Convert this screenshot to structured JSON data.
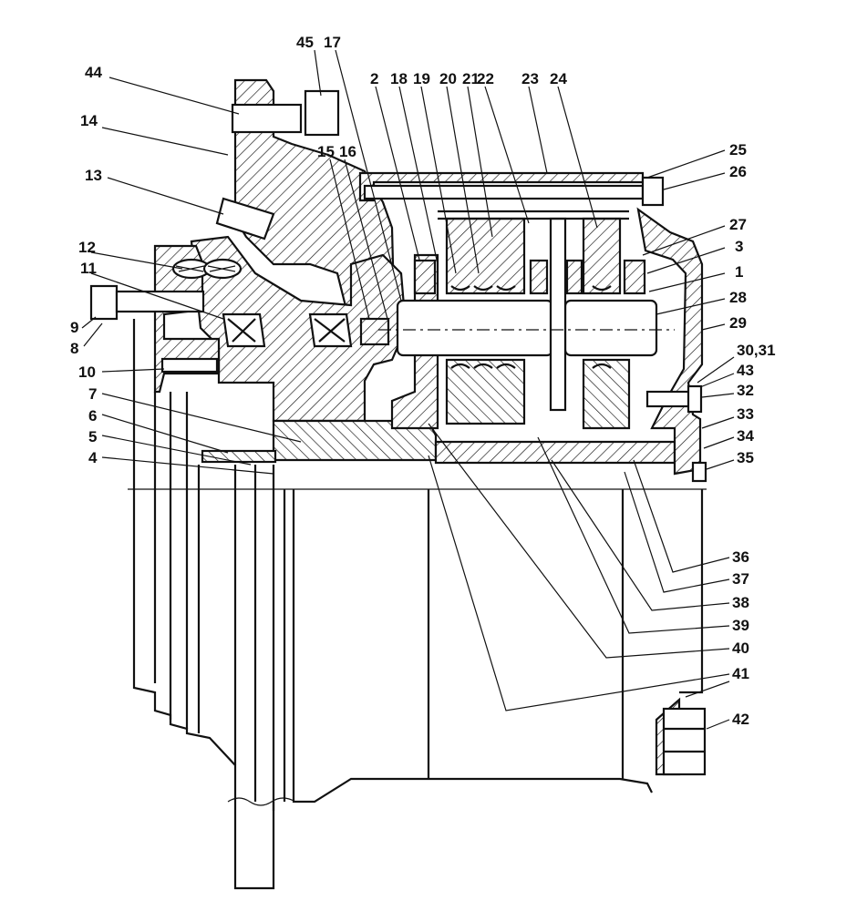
{
  "labels": [
    {
      "id": "44",
      "text": "44"
    },
    {
      "id": "45",
      "text": "45"
    },
    {
      "id": "17",
      "text": "17"
    },
    {
      "id": "14",
      "text": "14"
    },
    {
      "id": "2",
      "text": "2"
    },
    {
      "id": "18",
      "text": "18"
    },
    {
      "id": "19",
      "text": "19"
    },
    {
      "id": "20",
      "text": "20"
    },
    {
      "id": "21",
      "text": "21"
    },
    {
      "id": "22",
      "text": "22"
    },
    {
      "id": "23",
      "text": "23"
    },
    {
      "id": "24",
      "text": "24"
    },
    {
      "id": "15",
      "text": "15"
    },
    {
      "id": "16",
      "text": "16"
    },
    {
      "id": "13",
      "text": "13"
    },
    {
      "id": "25",
      "text": "25"
    },
    {
      "id": "26",
      "text": "26"
    },
    {
      "id": "27",
      "text": "27"
    },
    {
      "id": "3",
      "text": "3"
    },
    {
      "id": "12",
      "text": "12"
    },
    {
      "id": "11",
      "text": "11"
    },
    {
      "id": "1",
      "text": "1"
    },
    {
      "id": "28",
      "text": "28"
    },
    {
      "id": "9",
      "text": "9"
    },
    {
      "id": "8",
      "text": "8"
    },
    {
      "id": "29",
      "text": "29"
    },
    {
      "id": "30_31",
      "text": "30,31"
    },
    {
      "id": "43",
      "text": "43"
    },
    {
      "id": "10",
      "text": "10"
    },
    {
      "id": "32",
      "text": "32"
    },
    {
      "id": "7",
      "text": "7"
    },
    {
      "id": "33",
      "text": "33"
    },
    {
      "id": "6",
      "text": "6"
    },
    {
      "id": "34",
      "text": "34"
    },
    {
      "id": "5",
      "text": "5"
    },
    {
      "id": "4",
      "text": "4"
    },
    {
      "id": "35",
      "text": "35"
    },
    {
      "id": "36",
      "text": "36"
    },
    {
      "id": "37",
      "text": "37"
    },
    {
      "id": "38",
      "text": "38"
    },
    {
      "id": "39",
      "text": "39"
    },
    {
      "id": "40",
      "text": "40"
    },
    {
      "id": "41",
      "text": "41"
    },
    {
      "id": "42",
      "text": "42"
    }
  ]
}
